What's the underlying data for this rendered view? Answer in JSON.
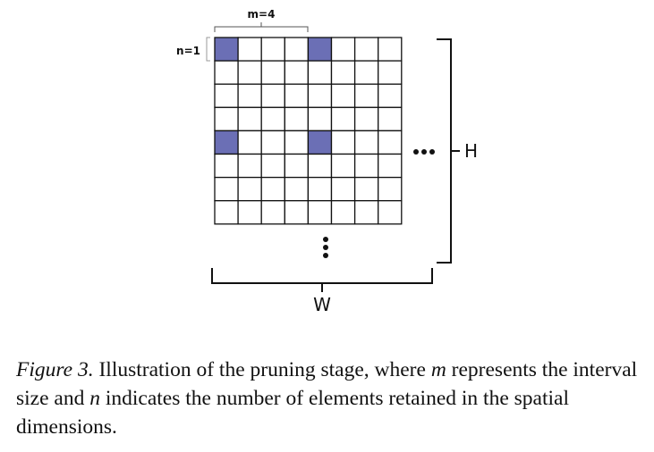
{
  "figure": {
    "label_m": "m=4",
    "label_n": "n=1",
    "label_H": "H",
    "label_W": "W",
    "grid": {
      "rows": 8,
      "cols": 8,
      "highlighted": [
        [
          0,
          0
        ],
        [
          0,
          4
        ],
        [
          4,
          0
        ],
        [
          4,
          4
        ]
      ],
      "fill_color": "#6b6fb5",
      "line_color": "#111111"
    },
    "ellipsis_right": "horizontal-dots",
    "ellipsis_bottom": "vertical-dots"
  },
  "caption": {
    "prefix": "Figure 3.",
    "text_1": " Illustration of the pruning stage, where ",
    "var_m": "m",
    "text_2": " represents the interval size and ",
    "var_n": "n",
    "text_3": " indicates the number of elements retained in the spatial dimensions."
  }
}
